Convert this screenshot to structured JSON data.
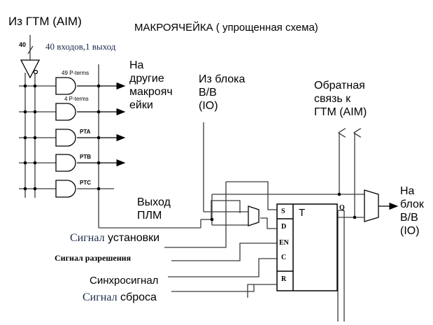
{
  "title": "МАКРОЯЧЕЙКА ( упрощенная схема)",
  "input_source": "Из ГТМ (AIM)",
  "bus_width": "40",
  "bus_note": "40 входов,1 выход",
  "pterm_labels": [
    "49 P-terms",
    "4 P-terms",
    "PTA",
    "PTB",
    "PTC"
  ],
  "to_other_macrocells": [
    "На",
    "другие",
    "макрояч",
    "ейки"
  ],
  "from_io": [
    "Из блока",
    "В/В",
    "(IO)"
  ],
  "feedback": [
    "Обратная",
    "связь к",
    "ГТМ (AIM)"
  ],
  "plm_output": [
    "Выход",
    "ПЛМ"
  ],
  "to_io": [
    "На",
    "блок",
    "В/В",
    "(IO)"
  ],
  "flipflop": {
    "name": "T",
    "inputs": [
      "S",
      "D",
      "EN",
      "C",
      "R"
    ],
    "output": "Q"
  },
  "signals": {
    "set": {
      "a": "Сигнал",
      "b": "установки"
    },
    "enable": "Сигнал разрешения",
    "clock": "Синхросигнал",
    "reset": {
      "a": "Сигнал",
      "b": "сброса"
    }
  },
  "colors": {
    "wire": "#3a3a3a",
    "serif_text": "#1a2a4a"
  }
}
